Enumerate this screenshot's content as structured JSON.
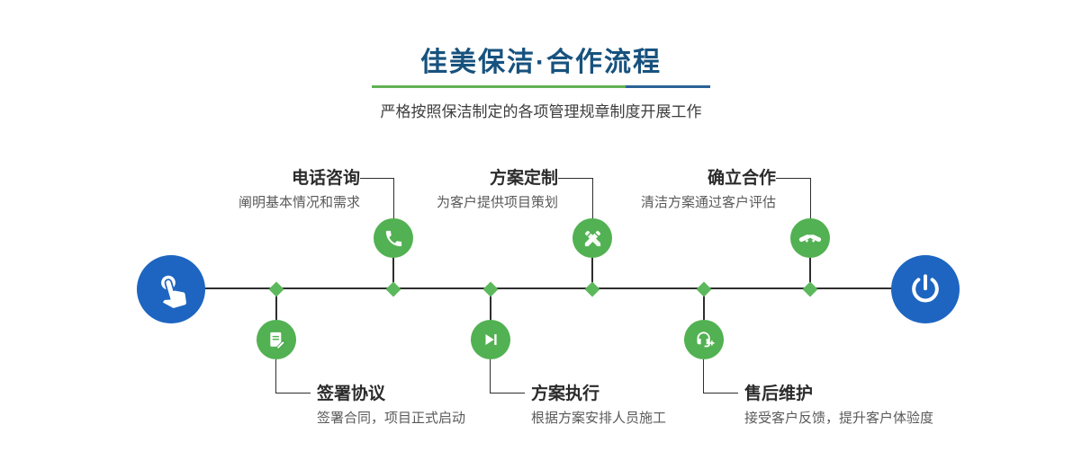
{
  "header": {
    "title": "佳美保洁·合作流程",
    "subtitle": "严格按照保洁制定的各项管理规章制度开展工作"
  },
  "process": {
    "start_icon": "hand-pointer-icon",
    "end_icon": "power-icon",
    "top_steps": [
      {
        "title": "电话咨询",
        "desc": "阐明基本情况和需求",
        "icon": "phone-icon"
      },
      {
        "title": "方案定制",
        "desc": "为客户提供项目策划",
        "icon": "design-tools-icon"
      },
      {
        "title": "确立合作",
        "desc": "清洁方案通过客户评估",
        "icon": "handshake-icon"
      }
    ],
    "bottom_steps": [
      {
        "title": "签署协议",
        "desc": "签署合同，项目正式启动",
        "icon": "contract-icon"
      },
      {
        "title": "方案执行",
        "desc": "根据方案安排人员施工",
        "icon": "play-step-icon"
      },
      {
        "title": "售后维护",
        "desc": "接受客户反馈，提升客户体验度",
        "icon": "headset-icon"
      }
    ]
  },
  "colors": {
    "title_blue": "#17527e",
    "node_green": "#52b152",
    "diamond_green": "#5cb85c",
    "endpoint_blue": "#1d65c1",
    "divider_green": "#62b152",
    "divider_blue": "#2a6496"
  }
}
